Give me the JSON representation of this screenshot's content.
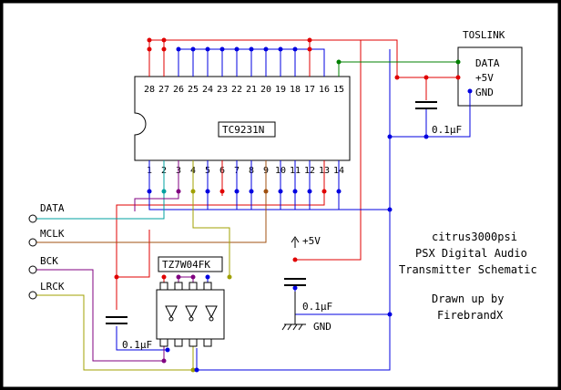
{
  "connector": {
    "title": "TOSLINK",
    "pins": [
      "DATA",
      "+5V",
      "GND"
    ],
    "cap_label": "0.1µF"
  },
  "main_ic": {
    "part": "TC9231N",
    "top_pins": [
      "28",
      "27",
      "26",
      "25",
      "24",
      "23",
      "22",
      "21",
      "20",
      "19",
      "18",
      "17",
      "16",
      "15"
    ],
    "bottom_pins": [
      "1",
      "2",
      "3",
      "4",
      "5",
      "6",
      "7",
      "8",
      "9",
      "10",
      "11",
      "12",
      "13",
      "14"
    ]
  },
  "signals": [
    "DATA",
    "MCLK",
    "BCK",
    "LRCK"
  ],
  "buffer_ic": {
    "part": "TZ7W04FK"
  },
  "power": {
    "vcc_label": "+5V",
    "gnd_label": "GND"
  },
  "capacitors": {
    "decoupling_center": "0.1µF",
    "decoupling_left": "0.1µF"
  },
  "notes": {
    "author_handle": "citrus3000psi",
    "title_line1": "PSX Digital Audio",
    "title_line2": "Transmitter Schematic",
    "credit_line1": "Drawn up by",
    "credit_line2": "FirebrandX"
  },
  "colors": {
    "border": "#000000",
    "background": "#ffffff",
    "red_wire": "#e00000",
    "blue_wire": "#0000e0",
    "green_wire": "#008000",
    "purple_wire": "#800080",
    "olive_wire": "#a0a000",
    "brown_wire": "#a05010",
    "teal_wire": "#00a0a0"
  }
}
